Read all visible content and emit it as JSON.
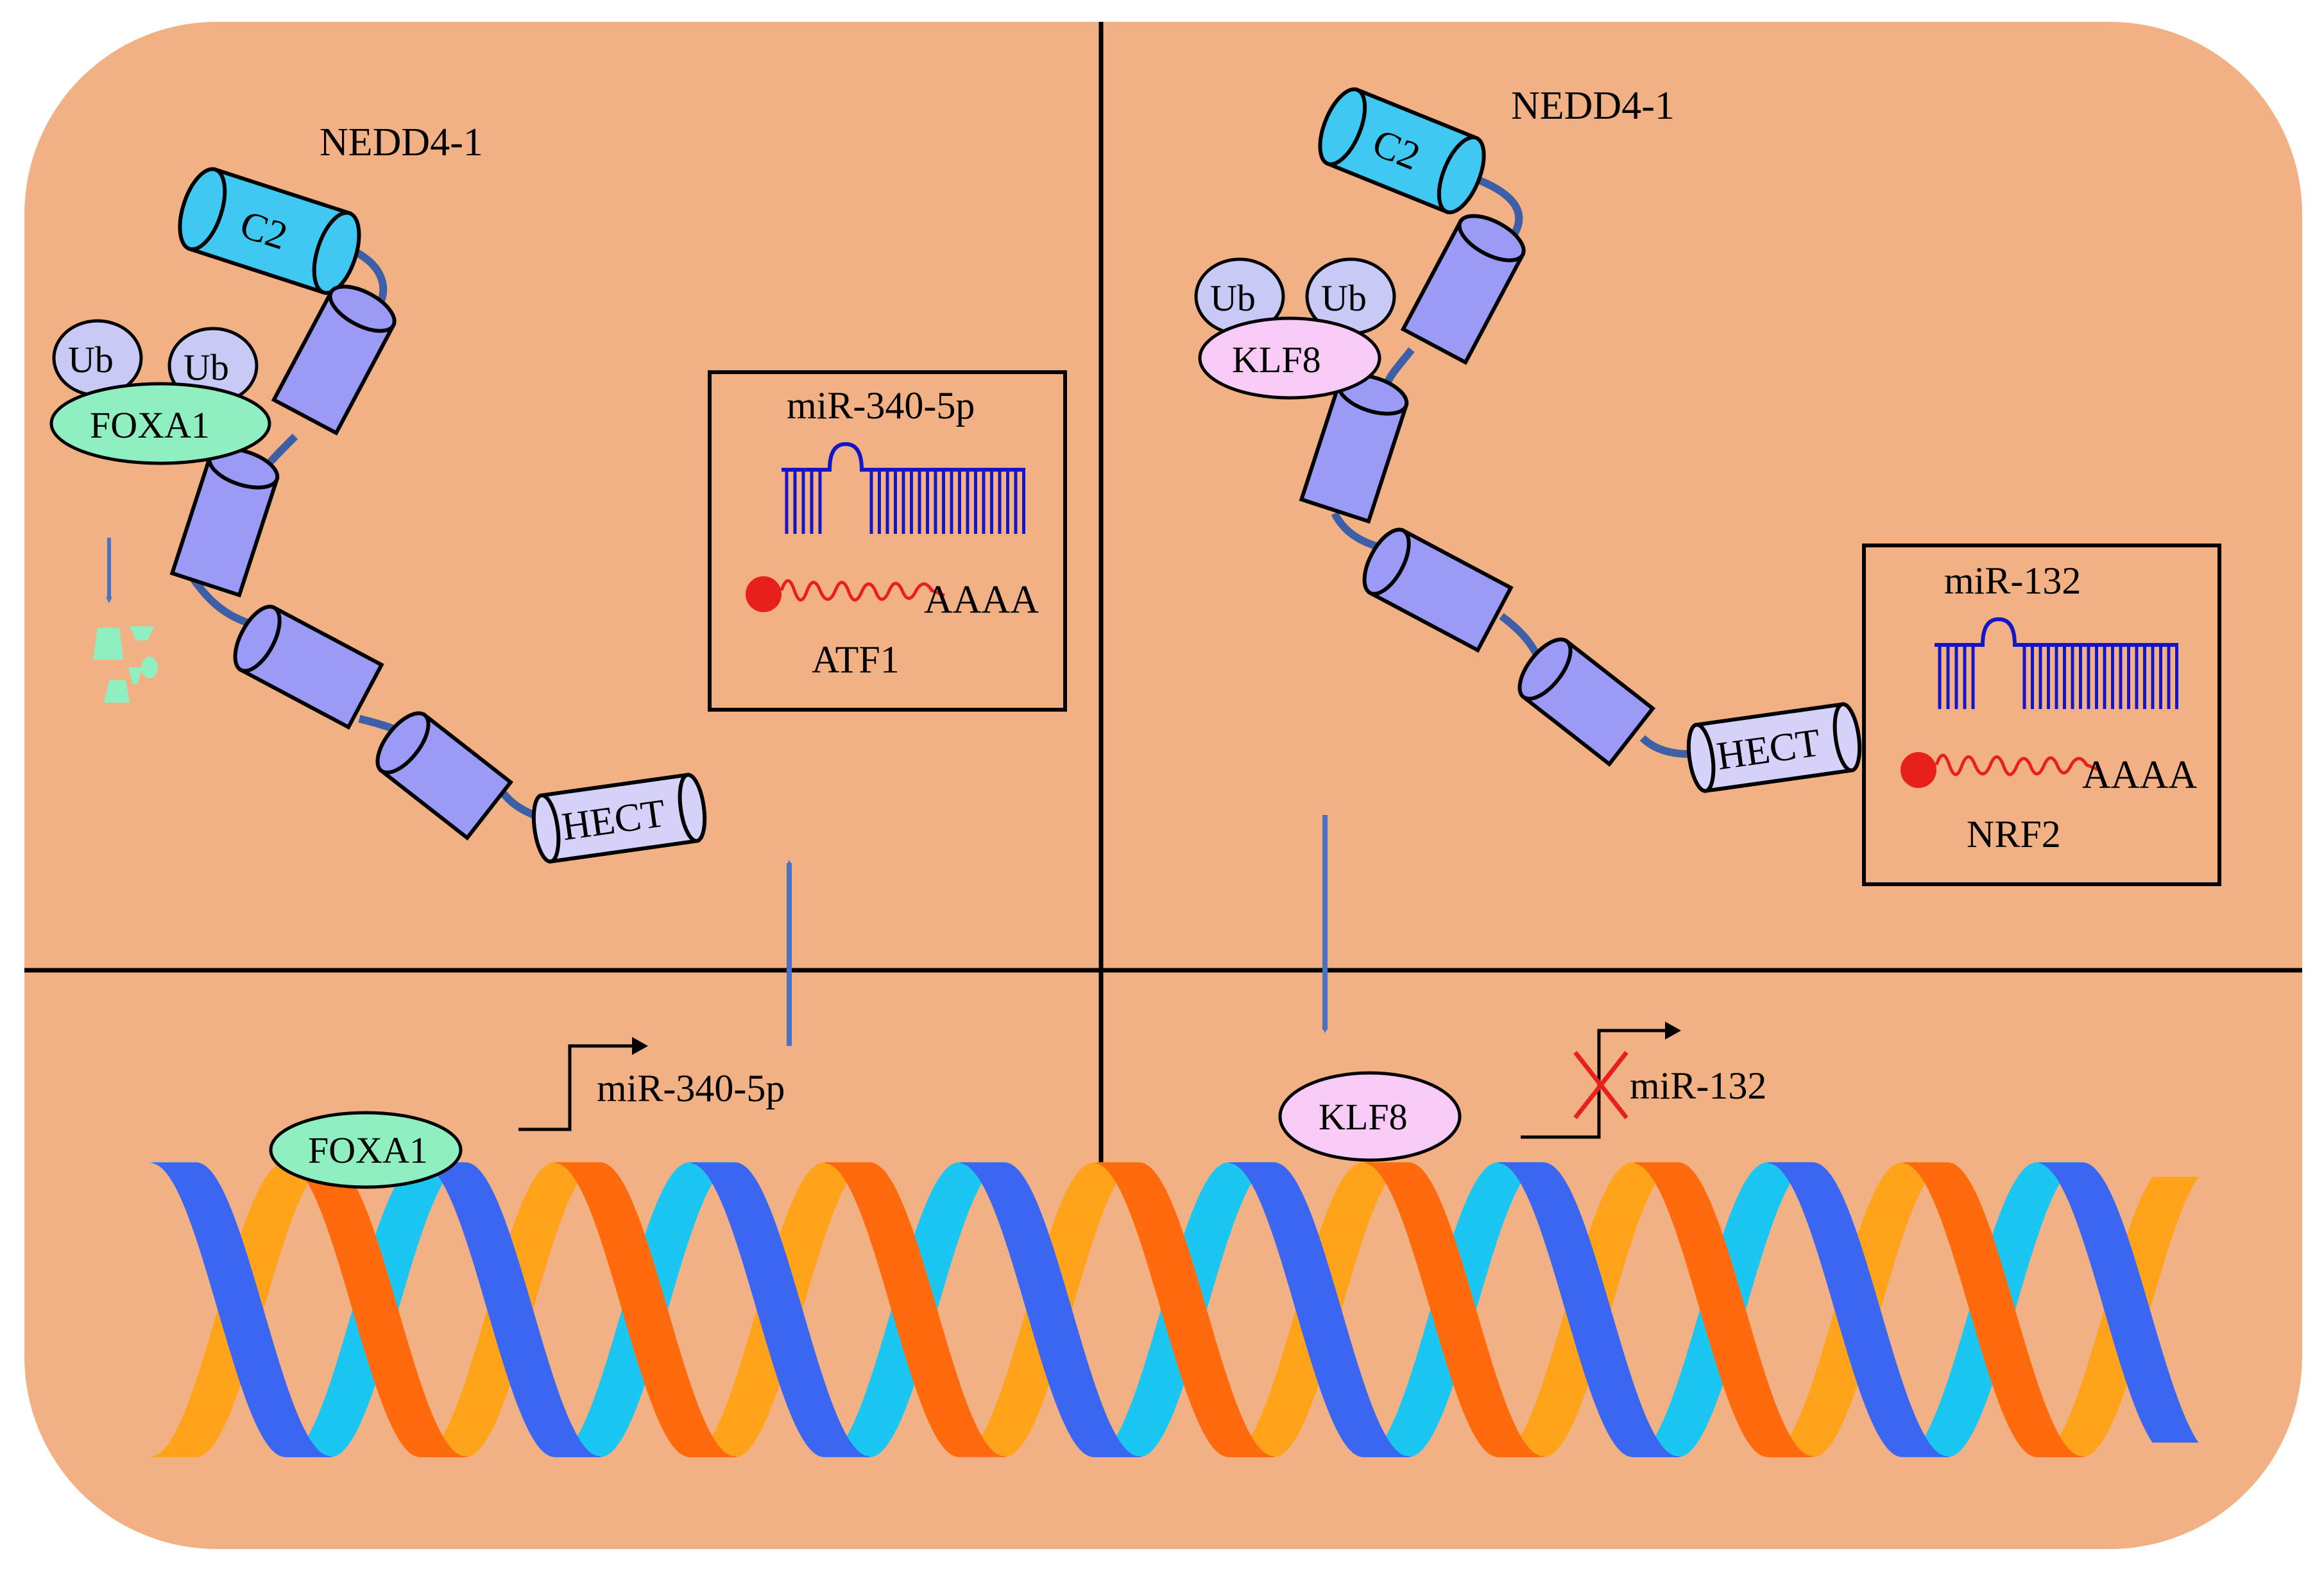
{
  "colors": {
    "cell_background": "#F2B184",
    "domain_fill": "#9B9BF7",
    "c2_fill": "#3FC8F2",
    "hect_fill": "#D4D2F9",
    "linker": "#3D5FA8",
    "ub_fill": "#C9C9F5",
    "foxa1_fill": "#8FEFC0",
    "klf8_fill": "#F7CBF5",
    "mirna_blue": "#1515C8",
    "mrna_red": "#E8201C",
    "arrow_blue": "#4A72C4",
    "dna_orange": "#FF6A0D",
    "dna_amber": "#FFA31A",
    "dna_cyan": "#1BC6F3",
    "dna_blue": "#3A66F2",
    "degradation_green": "#8FEFC0"
  },
  "left_panel": {
    "protein_label": "NEDD4-1",
    "c2_label": "C2",
    "hect_label": "HECT",
    "ub_labels": [
      "Ub",
      "Ub"
    ],
    "substrate_label": "FOXA1",
    "box": {
      "mirna_label": "miR-340-5p",
      "mrna_tail": "AAAA",
      "target_label": "ATF1"
    },
    "promoter": {
      "tf_label": "FOXA1",
      "gene_label": "miR-340-5p"
    }
  },
  "right_panel": {
    "protein_label": "NEDD4-1",
    "c2_label": "C2",
    "hect_label": "HECT",
    "ub_labels": [
      "Ub",
      "Ub"
    ],
    "substrate_label": "KLF8",
    "box": {
      "mirna_label": "miR-132",
      "mrna_tail": "AAAA",
      "target_label": "NRF2"
    },
    "promoter": {
      "tf_label": "KLF8",
      "gene_label": "miR-132"
    }
  }
}
